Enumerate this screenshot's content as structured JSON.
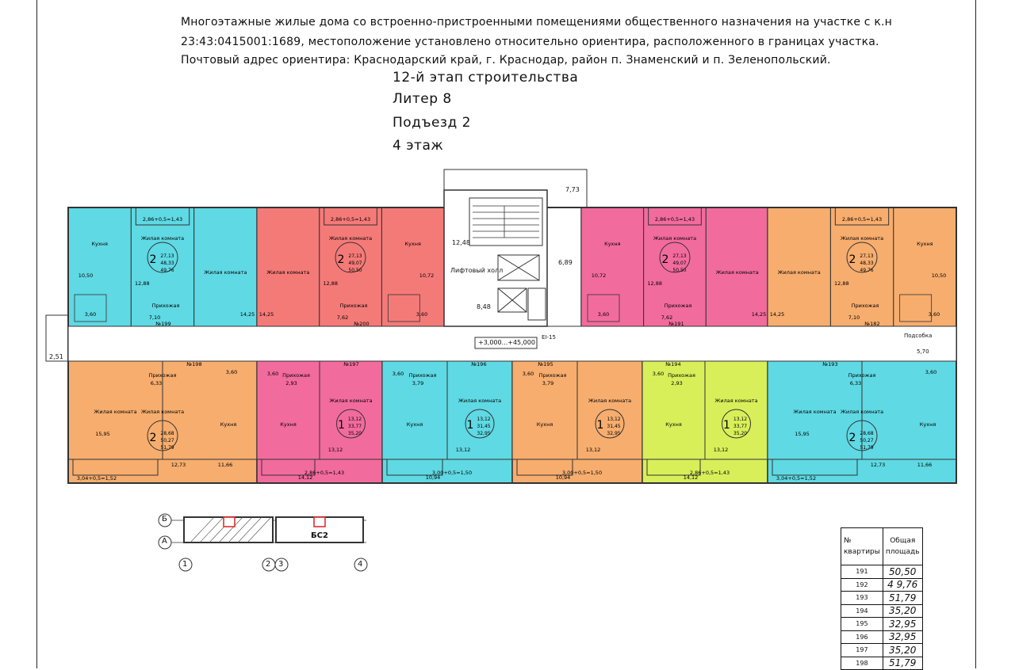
{
  "header": {
    "line1": "Многоэтажные жилые дома со встроенно-пристроенными помещениями общественного назначения на участке с к.н",
    "line2": "23:43:0415001:1689, местоположение установлено относительно ориентира, расположенного в границах участка.",
    "line3": "Почтовый адрес ориентира: Краснодарский край, г. Краснодар, район п. Знаменский и п. Зеленопольский."
  },
  "stage": {
    "line1": "12-й этап строительства",
    "line2": "Литер 8",
    "line3": "Подъезд 2",
    "line4": "4 этаж"
  },
  "colors": {
    "cyan": "#5fd9e3",
    "pink": "#f26b9d",
    "salmon": "#f47a78",
    "orange": "#f6ad6e",
    "lime": "#d8ef5a",
    "stroke": "#333333"
  },
  "plan": {
    "core_labels": {
      "lift_hall": "Лифтовый холл",
      "stair_area": "12,48",
      "hall_area": "8,48",
      "corridor_width": "6,89",
      "top_dim": "7,73",
      "left_dim": "2,51",
      "elevation": "+3,000...+45,000",
      "ei": "EI-15",
      "podsobka": "Подсобка",
      "podsobka_area": "5,70"
    },
    "top_apartments": [
      {
        "id": "199",
        "color": "cyan",
        "rooms": "2",
        "total": "27,13",
        "living": "48,33",
        "area": "49,76",
        "kitchen": "Кухня",
        "kitchen_area": "10,50",
        "living_room": "Жилая комната",
        "living_area": "14,25",
        "hall": "Прихожая",
        "hall_area": "7,10",
        "bath": "3,60",
        "room1": "12,88",
        "balcony": "2,86+0,5=1,43",
        "marker": "№199"
      },
      {
        "id": "200",
        "color": "salmon",
        "rooms": "2",
        "total": "27,13",
        "living": "49,07",
        "area": "50,50",
        "kitchen": "Кухня",
        "kitchen_area": "10,72",
        "living_room": "Жилая комната",
        "living_area": "14,25",
        "hall": "Прихожая",
        "hall_area": "7,62",
        "bath": "3,60",
        "room1": "12,88",
        "balcony": "2,86+0,5=1,43",
        "marker": "№200"
      },
      {
        "id": "191",
        "color": "pink",
        "rooms": "2",
        "total": "27,13",
        "living": "49,07",
        "area": "50,50",
        "kitchen": "Кухня",
        "kitchen_area": "10,72",
        "living_room": "Жилая комната",
        "living_area": "14,25",
        "hall": "Прихожая",
        "hall_area": "7,62",
        "bath": "3,60",
        "room1": "12,88",
        "balcony": "2,86+0,5=1,43",
        "marker": "№191"
      },
      {
        "id": "182",
        "color": "orange",
        "rooms": "2",
        "total": "27,13",
        "living": "48,33",
        "area": "49,76",
        "kitchen": "Кухня",
        "kitchen_area": "10,50",
        "living_room": "Жилая комната",
        "living_area": "14,25",
        "hall": "Прихожая",
        "hall_area": "7,10",
        "bath": "3,60",
        "room1": "12,88",
        "balcony": "2,86+0,5=1,43",
        "marker": "№182"
      }
    ],
    "bottom_apartments": [
      {
        "id": "198",
        "color": "orange",
        "rooms": "2",
        "total": "28,68",
        "living": "50,27",
        "area": "51,79",
        "marker": "№198",
        "hall": "Прихожая",
        "hall_area": "6,33",
        "bath": "3,60",
        "room_a": "15,95",
        "room_b": "12,73",
        "kitchen_area": "11,66",
        "balcony": "3,04+0,5=1,52"
      },
      {
        "id": "197",
        "color": "pink",
        "rooms": "1",
        "total": "13,12",
        "living": "33,77",
        "area": "35,20",
        "marker": "№197",
        "hall": "Прихожая",
        "hall_area": "2,93",
        "bath": "3,60",
        "room_a": "13,12",
        "kitchen_area": "14,12",
        "balcony": "2,86+0,5=1,43"
      },
      {
        "id": "196",
        "color": "cyan",
        "rooms": "1",
        "total": "13,12",
        "living": "31,45",
        "area": "32,95",
        "marker": "№196",
        "hall": "Прихожая",
        "hall_area": "3,79",
        "bath": "3,60",
        "room_a": "13,12",
        "kitchen_area": "10,94",
        "balcony": "3,00+0,5=1,50"
      },
      {
        "id": "195",
        "color": "orange",
        "rooms": "1",
        "total": "13,12",
        "living": "31,45",
        "area": "32,95",
        "marker": "№195",
        "hall": "Прихожая",
        "hall_area": "3,79",
        "bath": "3,60",
        "room_a": "13,12",
        "kitchen_area": "10,94",
        "balcony": "3,00+0,5=1,50"
      },
      {
        "id": "194",
        "color": "lime",
        "rooms": "1",
        "total": "13,12",
        "living": "33,77",
        "area": "35,20",
        "marker": "№194",
        "hall": "Прихожая",
        "hall_area": "2,93",
        "bath": "3,60",
        "room_a": "13,12",
        "kitchen_area": "14,12",
        "balcony": "2,86+0,5=1,43"
      },
      {
        "id": "193",
        "color": "cyan",
        "rooms": "2",
        "total": "28,68",
        "living": "50,27",
        "area": "51,79",
        "marker": "№193",
        "hall": "Прихожая",
        "hall_area": "6,33",
        "bath": "3,60",
        "room_a": "15,95",
        "room_b": "12,73",
        "kitchen_area": "11,66",
        "balcony": "3,04+0,5=1,52"
      }
    ],
    "room_words": {
      "kitchen": "Кухня",
      "living": "Жилая комната",
      "hall": "Прихожая"
    }
  },
  "key_plan": {
    "row_b": "Б",
    "row_a": "А",
    "axes": [
      "1",
      "2",
      "3",
      "4"
    ],
    "section": "БС2"
  },
  "area_table": {
    "col1_header": "№\nквартиры",
    "col2_header": "Общая\nплощадь",
    "rows": [
      {
        "num": "191",
        "area": "50,50"
      },
      {
        "num": "192",
        "area": "4 9,76"
      },
      {
        "num": "193",
        "area": "51,79"
      },
      {
        "num": "194",
        "area": "35,20"
      },
      {
        "num": "195",
        "area": "32,95"
      },
      {
        "num": "196",
        "area": "32,95"
      },
      {
        "num": "197",
        "area": "35,20"
      },
      {
        "num": "198",
        "area": "51,79"
      }
    ]
  }
}
